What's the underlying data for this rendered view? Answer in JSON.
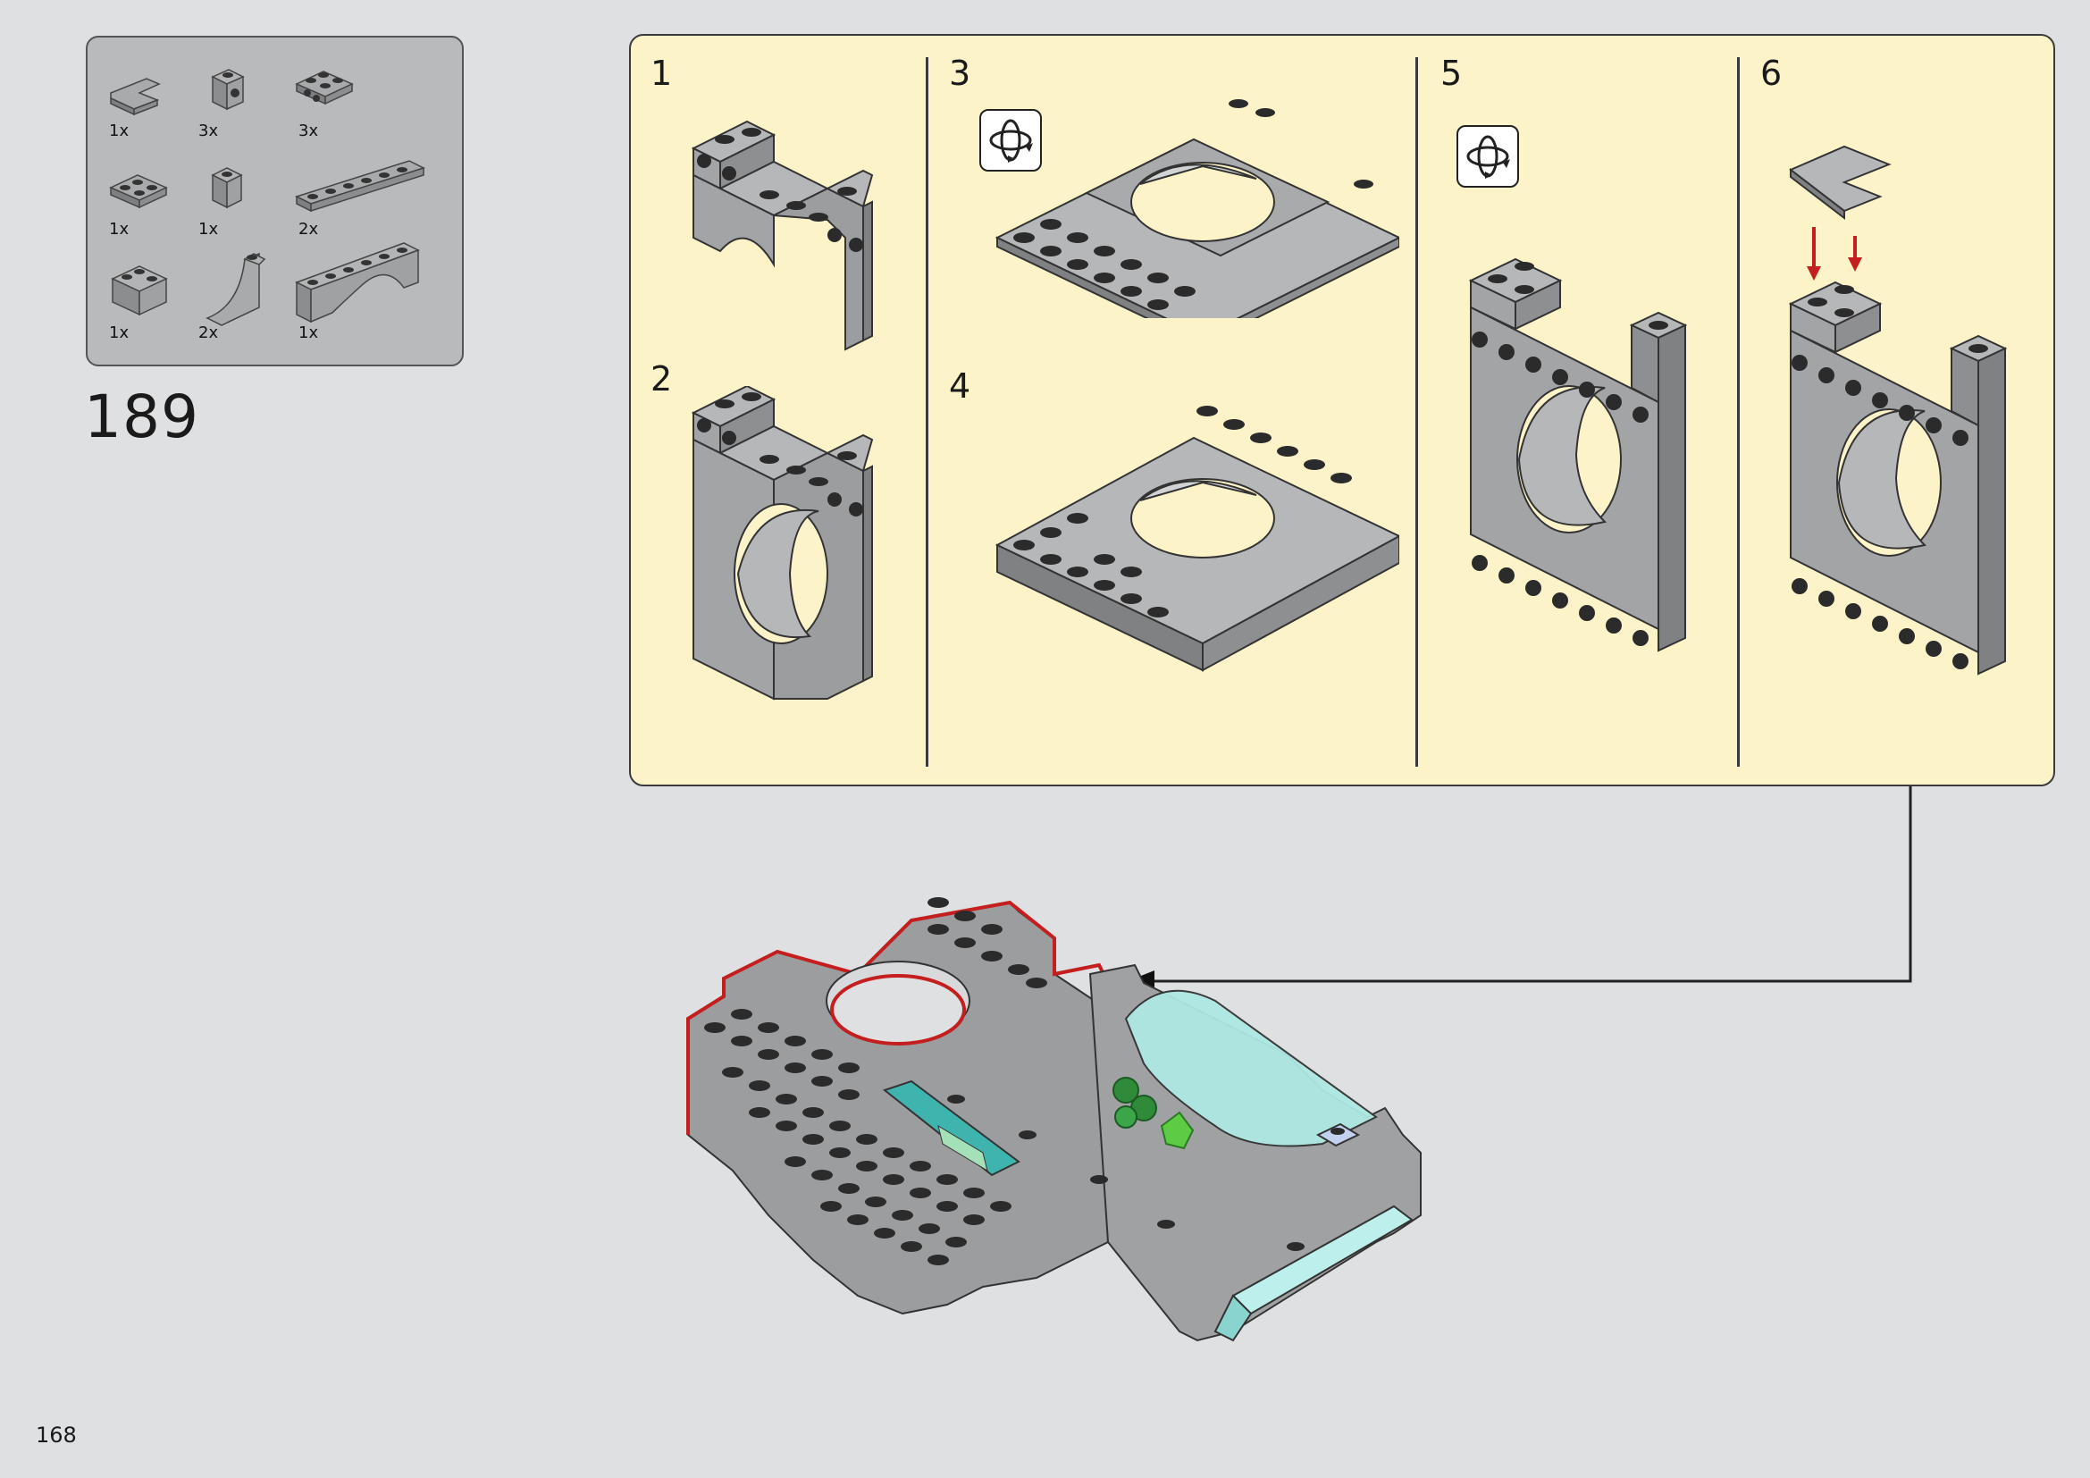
{
  "parts": [
    {
      "qty": "1x",
      "icon": "l-plate-tile-icon"
    },
    {
      "qty": "3x",
      "icon": "headlight-brick-icon"
    },
    {
      "qty": "3x",
      "icon": "bracket-plate-icon"
    },
    {
      "qty": "1x",
      "icon": "plate-2x3-icon"
    },
    {
      "qty": "1x",
      "icon": "brick-1x1-icon"
    },
    {
      "qty": "2x",
      "icon": "plate-1x6-icon"
    },
    {
      "qty": "1x",
      "icon": "corner-plate-icon"
    },
    {
      "qty": "2x",
      "icon": "curved-slope-icon"
    },
    {
      "qty": "1x",
      "icon": "arch-brick-icon"
    }
  ],
  "step_number": "189",
  "substeps": [
    "1",
    "2",
    "3",
    "4",
    "5",
    "6"
  ],
  "page_number": "168",
  "colors": {
    "background": "#dfe0e2",
    "panel": "#fdf3c9",
    "parts_box": "#b9babc",
    "brick_gray": "#9c9d9f",
    "stud_black": "#2b2b2b",
    "highlight_red": "#c41e1e",
    "trans_cyan": "#aee8e4"
  }
}
